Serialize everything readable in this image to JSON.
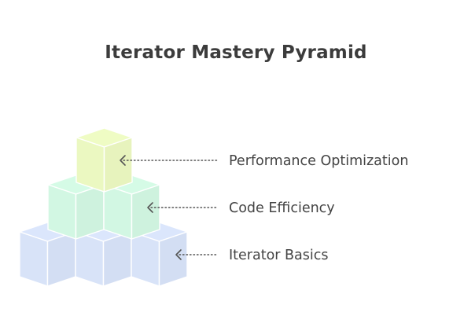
{
  "title": "Iterator Mastery Pyramid",
  "levels": [
    {
      "label": "Performance Optimization",
      "color": "#effcc4",
      "cubes": 1
    },
    {
      "label": "Code Efficiency",
      "color": "#d5fbe6",
      "cubes": 2
    },
    {
      "label": "Iterator Basics",
      "color": "#dbe6fc",
      "cubes": 3
    }
  ],
  "colors": {
    "edge": "#ffffff",
    "connector": "#555555",
    "text": "#444444"
  }
}
